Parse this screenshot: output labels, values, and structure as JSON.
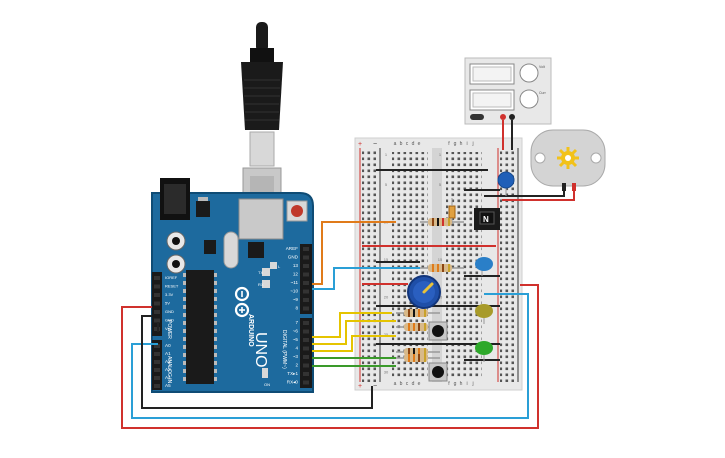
{
  "arduino": {
    "brand": "ARDUINO",
    "model": "UNO",
    "section_power": "POWER",
    "section_analog": "ANALOG IN",
    "section_digital": "DIGITAL (PWM~)",
    "tx": "TX",
    "rx": "RX",
    "l_led": "L",
    "on_label": "ON",
    "top_header": [
      "AREF",
      "GND",
      "13",
      "12",
      "~11",
      "~10",
      "~9",
      "8"
    ],
    "bottom_header": [
      "7",
      "~6",
      "~5",
      "4",
      "~3",
      "2",
      "TX▸1",
      "RX◂0"
    ],
    "power_pins": [
      "IOREF",
      "RESET",
      "3.3V",
      "5V",
      "GND",
      "GND",
      "Vin"
    ],
    "analog_pins": [
      "A0",
      "A1",
      "A2",
      "A3",
      "A4",
      "A5"
    ]
  },
  "breadboard": {
    "col_left": [
      "a",
      "b",
      "c",
      "d",
      "e"
    ],
    "col_right": [
      "f",
      "g",
      "h",
      "i",
      "j"
    ],
    "rows": [
      "1",
      "5",
      "10",
      "15",
      "20",
      "25",
      "30"
    ],
    "rail_plus": "+",
    "rail_minus": "−"
  },
  "power_supply": {
    "knob_labels": [
      "Volt",
      "Curr"
    ]
  },
  "colors": {
    "arduino_blue": "#1d6a9e",
    "breadboard": "#e8e8e8",
    "wire_red": "#d0312d",
    "wire_black": "#222222",
    "wire_blue": "#2a9fd6",
    "wire_orange": "#e07b1a",
    "wire_yellow": "#e5c400",
    "wire_green": "#3a9a2a"
  }
}
